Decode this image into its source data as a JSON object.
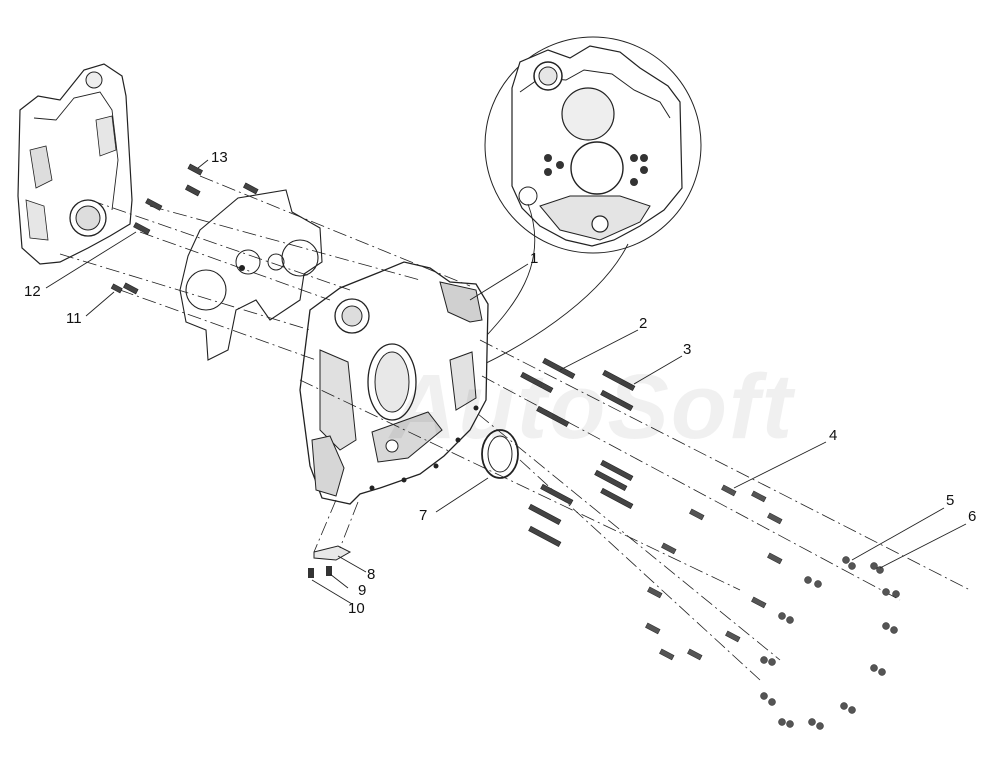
{
  "watermark": "AutoSoft",
  "callouts": [
    "1",
    "2",
    "3",
    "4",
    "5",
    "6",
    "7",
    "8",
    "9",
    "10",
    "11",
    "12",
    "13"
  ],
  "colors": {
    "line": "#111111",
    "fill": "#ffffff",
    "shade": "#dcdcdc",
    "dark": "#2a2a2a"
  }
}
